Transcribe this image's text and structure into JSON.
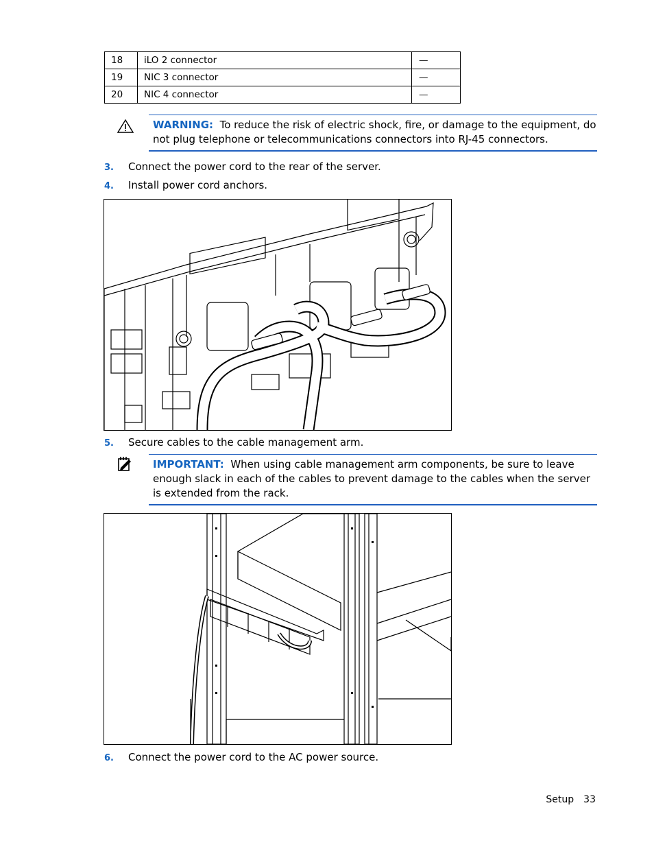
{
  "parts_table": {
    "rows": [
      {
        "num": "18",
        "name": "iLO 2 connector",
        "value": "—"
      },
      {
        "num": "19",
        "name": "NIC 3 connector",
        "value": "—"
      },
      {
        "num": "20",
        "name": "NIC 4 connector",
        "value": "—"
      }
    ]
  },
  "warning": {
    "label": "WARNING:",
    "text": "To reduce the risk of electric shock, fire, or damage to the equipment, do not plug telephone or telecommunications connectors into RJ-45 connectors.",
    "icon": "warning-triangle-icon"
  },
  "steps": [
    {
      "num": "3.",
      "text": "Connect the power cord to the rear of the server."
    },
    {
      "num": "4.",
      "text": "Install power cord anchors."
    },
    {
      "num": "5.",
      "text": "Secure cables to the cable management arm."
    },
    {
      "num": "6.",
      "text": "Connect the power cord to the AC power source."
    }
  ],
  "important": {
    "label": "IMPORTANT:",
    "text": "When using cable management arm components, be sure to leave enough slack in each of the cables to prevent damage to the cables when the server is extended from the rack.",
    "icon": "important-notepad-icon"
  },
  "figures": {
    "power_cord_anchors": "power-cord-anchors-illustration",
    "cable_management_arm": "cable-management-arm-illustration"
  },
  "footer": {
    "section": "Setup",
    "page": "33"
  },
  "colors": {
    "accent": "#1565c0",
    "rule": "#1f5fbf"
  }
}
